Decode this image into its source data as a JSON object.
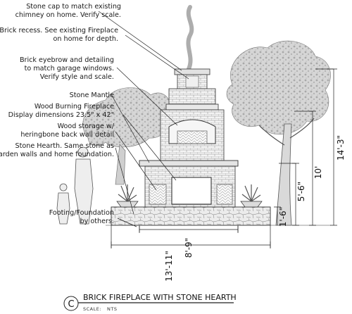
{
  "notes": {
    "stone_cap": [
      "Stone cap to match existing",
      "chimney on home. Verify scale."
    ],
    "brick_recess": [
      "Brick recess. See existing Fireplace",
      "on home for depth."
    ],
    "brick_eyebrow": [
      "Brick eyebrow and detailing",
      "to match garage windows.",
      "Verify style and scale."
    ],
    "stone_mantle": [
      "Stone Mantle"
    ],
    "firebox": [
      "Wood Burning Fireplace",
      "Display dimensions 23.5\" x 42\""
    ],
    "wood_storage": [
      "Wood storage w/",
      "heringbone back wall detail"
    ],
    "stone_hearth": [
      "Stone Hearth. Same stone as",
      "garden walls and home foundation."
    ],
    "footing": [
      "Footing/Foundation",
      "by others."
    ]
  },
  "dimensions": {
    "overall_height": "14'-3\"",
    "mantle_height": "10'",
    "firebox_height": "5'-6\"",
    "hearth_height": "1'-6\"",
    "fireplace_width": "8'-9\"",
    "overall_width": "13'-11\""
  },
  "title_block": {
    "badge": "C",
    "title": "BRICK FIREPLACE WITH STONE HEARTH",
    "scale_label": "SCALE:",
    "scale_value": "NTS"
  }
}
